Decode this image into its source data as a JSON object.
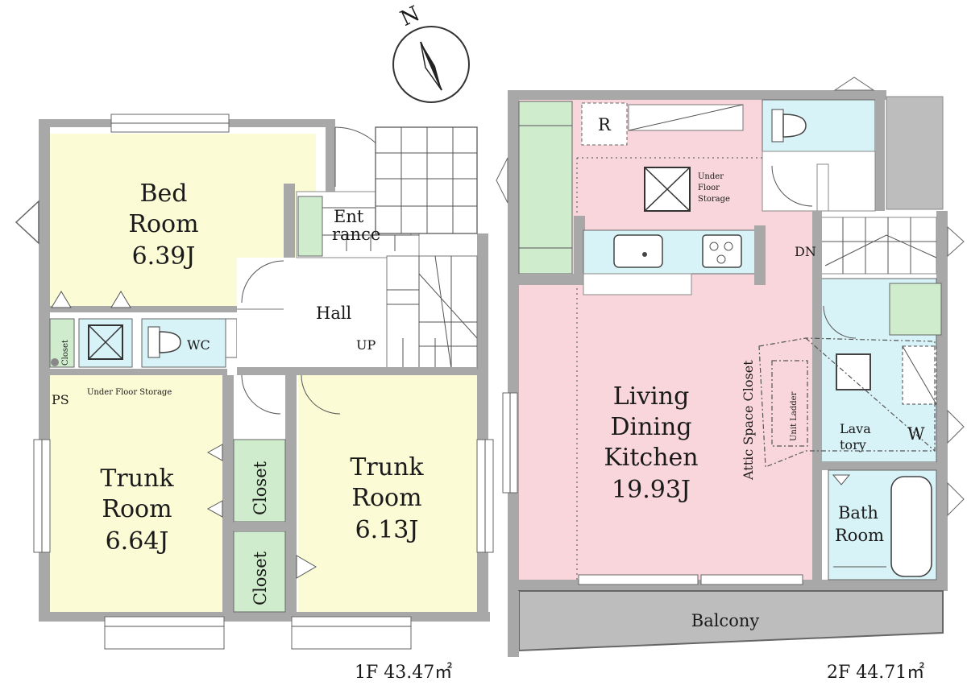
{
  "compass": {
    "label": "N"
  },
  "floor1": {
    "area_label": "1F 43.47㎡",
    "bedroom": {
      "line1": "Bed",
      "line2": "Room",
      "size": "6.39J"
    },
    "entrance": {
      "line1": "Ent",
      "line2": "rance"
    },
    "hall": "Hall",
    "up": "UP",
    "wc": "WC",
    "closet_small": "Closet",
    "ps": "PS",
    "under_floor_storage": "Under Floor Storage",
    "trunk_left": {
      "line1": "Trunk",
      "line2": "Room",
      "size": "6.64J"
    },
    "trunk_right": {
      "line1": "Trunk",
      "line2": "Room",
      "size": "6.13J"
    },
    "closet_a": "Closet",
    "closet_b": "Closet"
  },
  "floor2": {
    "area_label": "2F 44.71㎡",
    "ldk": {
      "line1": "Living",
      "line2": "Dining",
      "line3": "Kitchen",
      "size": "19.93J"
    },
    "refrigerator": "R",
    "under_floor_storage": {
      "line1": "Under",
      "line2": "Floor",
      "line3": "Storage"
    },
    "dn": "DN",
    "attic_closet": "Attic Space Closet",
    "unit_ladder": "Unit Ladder",
    "lavatory": {
      "line1": "Lava",
      "line2": "tory"
    },
    "washer": "W",
    "bathroom": {
      "line1": "Bath",
      "line2": "Room"
    },
    "balcony": "Balcony"
  },
  "colors": {
    "bedroom": "#fbfbd6",
    "ldk": "#f8d6dc",
    "closet": "#cfeccd",
    "water": "#d8f3f7",
    "wall": "#a8a8a8"
  }
}
